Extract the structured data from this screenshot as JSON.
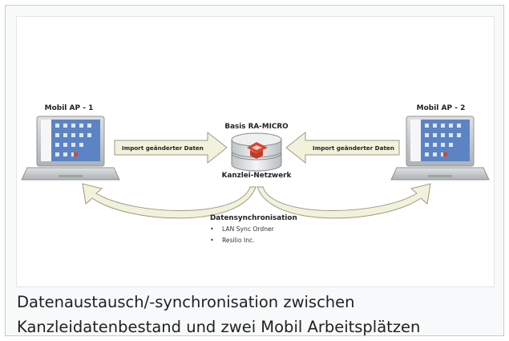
{
  "diagram": {
    "left_laptop_label": "Mobil AP - 1",
    "right_laptop_label": "Mobil AP - 2",
    "server_top_label": "Basis RA-MICRO",
    "server_bottom_label": "Kanzlei-Netzwerk",
    "left_arrow_label": "Import geänderter Daten",
    "right_arrow_label": "Import geänderter Daten",
    "sync_title": "Datensynchronisation",
    "sync_items": [
      "LAN Sync Ordner",
      "Resilio Inc."
    ],
    "colors": {
      "arrow_fill": "#f2f2dc",
      "arrow_stroke": "#9a9a86",
      "laptop_body": "#c8cbcd",
      "screen_blue": "#5c83c4",
      "logo_red": "#d9452f"
    }
  },
  "caption": {
    "line1": "Datenaustausch/-synchronisation zwischen",
    "line2": "Kanzleidatenbestand und zwei Mobil Arbeitsplätzen"
  }
}
